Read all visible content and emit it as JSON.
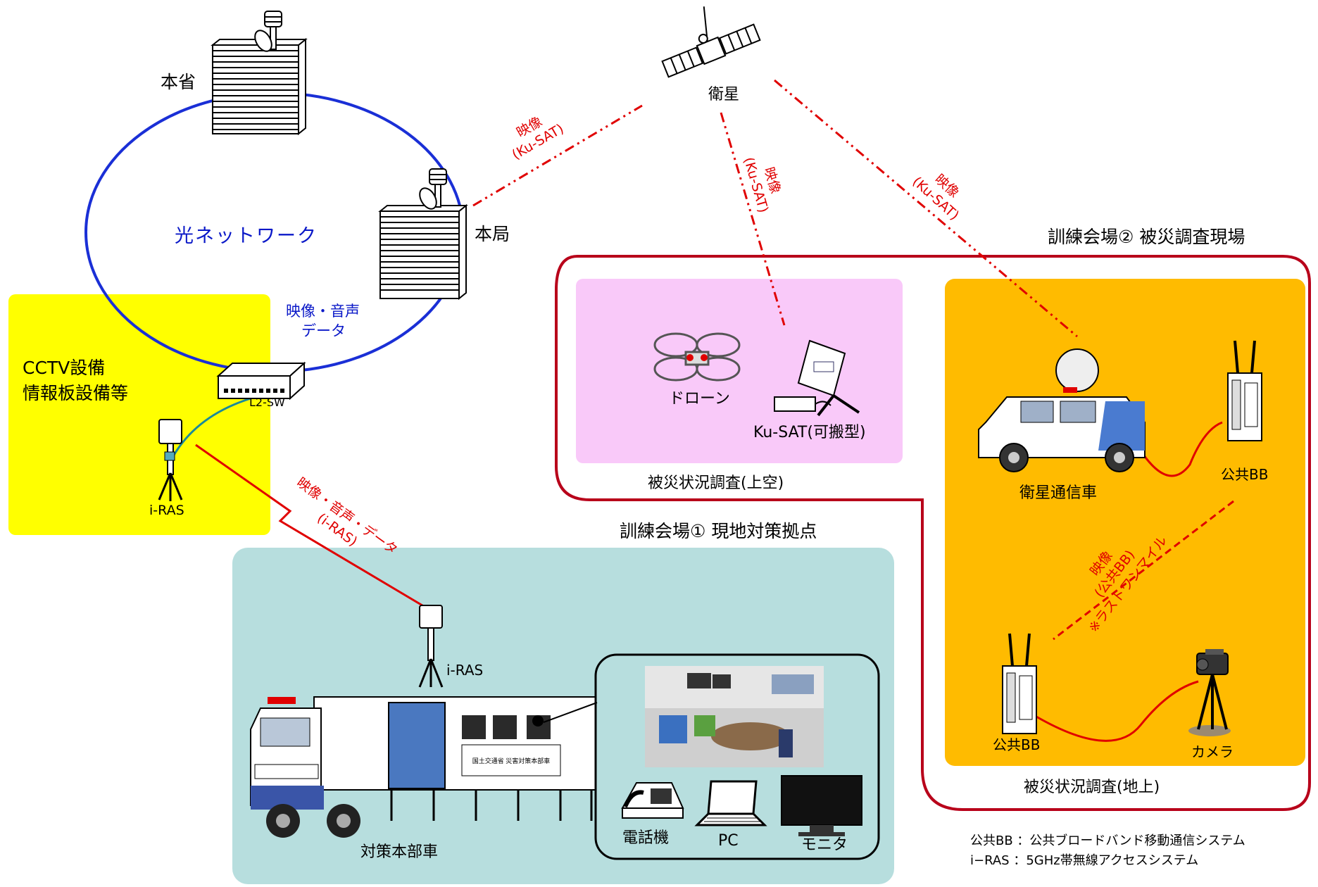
{
  "colors": {
    "ring": "#1a2fd6",
    "link_red": "#e00000",
    "venue_border": "#b8001a",
    "yellow_area": "#ffff00",
    "teal_area": "#b7dede",
    "pink_area": "#f9c9f9",
    "orange_area": "#ffbb00"
  },
  "labels": {
    "honsho": "本省",
    "honkyoku": "本局",
    "satellite": "衛星",
    "optical_network": "光ネットワーク",
    "ring_data_line1": "映像・音声",
    "ring_data_line2": "データ",
    "cctv_line1": "CCTV設備",
    "cctv_line2": "情報板設備等",
    "l2sw": "L2-SW",
    "iras_left": "i-RAS",
    "iras_truck": "i-RAS",
    "drone": "ドローン",
    "kusat_portable": "Ku-SAT(可搬型)",
    "aerial_survey": "被災状況調査(上空)",
    "venue1": "訓練会場①  現地対策拠点",
    "venue2": "訓練会場②  被災調査現場",
    "sat_vehicle": "衛星通信車",
    "bb_top": "公共BB",
    "bb_bottom": "公共BB",
    "camera": "カメラ",
    "ground_survey": "被災状況調査(地上)",
    "hq_truck": "対策本部車",
    "phone": "電話機",
    "pc": "PC",
    "monitor": "モニタ",
    "truck_sign": "国土交通省 災害対策本部車"
  },
  "link_labels": {
    "kusat_left": "映像\n(Ku-SAT)",
    "kusat_mid": "映像\n(Ku-SAT)",
    "kusat_right": "映像\n(Ku-SAT)",
    "iras_link": "映像・音声・データ\n(i-RAS)",
    "bb_link": "映像\n(公共BB)\n※ラストワンマイル"
  },
  "legend": {
    "line1": "公共BB  ：公共ブロードバンド移動通信システム",
    "line2": "i−RAS  ：5GHz帯無線アクセスシステム"
  },
  "icons": [
    "building-icon",
    "satellite-dish-icon",
    "satellite-icon",
    "network-switch-icon",
    "antenna-tripod-icon",
    "drone-icon",
    "portable-satellite-antenna-icon",
    "satellite-vehicle-icon",
    "radio-unit-icon",
    "camera-tripod-icon",
    "command-truck-icon",
    "room-photo",
    "telephone-icon",
    "laptop-icon",
    "monitor-icon"
  ]
}
